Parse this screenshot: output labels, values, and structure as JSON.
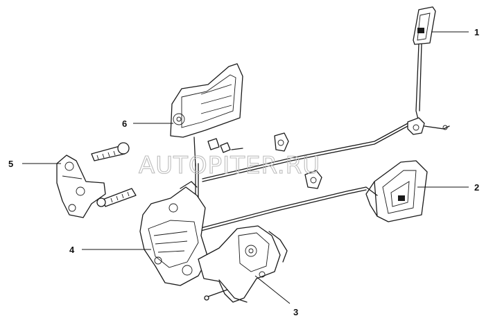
{
  "watermark": "AUTOPITER.RU",
  "callouts": [
    {
      "id": "1",
      "label": "1"
    },
    {
      "id": "2",
      "label": "2"
    },
    {
      "id": "3",
      "label": "3"
    },
    {
      "id": "4",
      "label": "4"
    },
    {
      "id": "5",
      "label": "5"
    },
    {
      "id": "6",
      "label": "6"
    }
  ]
}
